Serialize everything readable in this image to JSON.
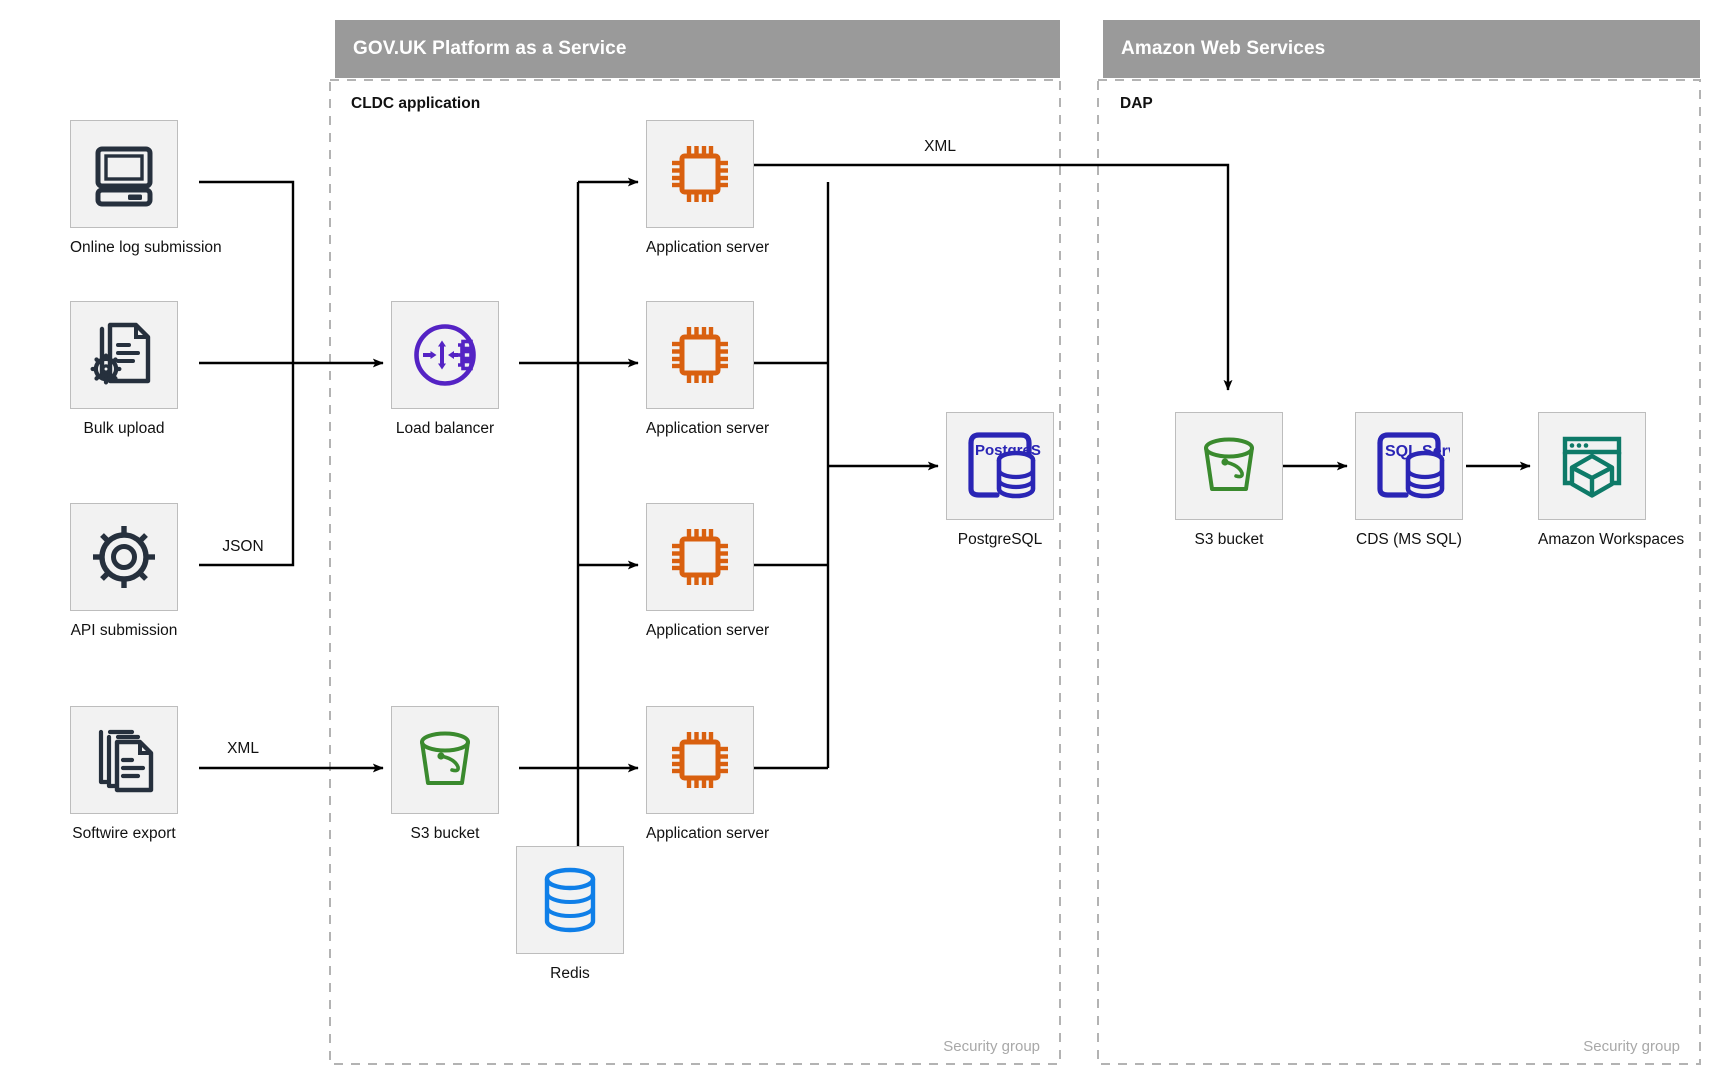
{
  "zones": [
    {
      "id": "paas",
      "title": "GOV.UK Platform as a Service",
      "group_label": "CLDC application",
      "security_label": "Security group"
    },
    {
      "id": "aws",
      "title": "Amazon Web Services",
      "group_label": "DAP",
      "security_label": "Security group"
    }
  ],
  "nodes": {
    "online_log": {
      "label": "Online log submission",
      "icon": "desktop-computer-icon"
    },
    "bulk_upload": {
      "label": "Bulk upload",
      "icon": "document-gear-icon"
    },
    "api_submission": {
      "label": "API submission",
      "icon": "gear-icon"
    },
    "softwire_export": {
      "label": "Softwire export",
      "icon": "documents-stack-icon"
    },
    "load_balancer": {
      "label": "Load balancer",
      "icon": "load-balancer-icon"
    },
    "s3_paas": {
      "label": "S3 bucket",
      "icon": "s3-bucket-icon"
    },
    "app_server_1": {
      "label": "Application server",
      "icon": "cpu-chip-icon"
    },
    "app_server_2": {
      "label": "Application server",
      "icon": "cpu-chip-icon"
    },
    "app_server_3": {
      "label": "Application server",
      "icon": "cpu-chip-icon"
    },
    "app_server_4": {
      "label": "Application server",
      "icon": "cpu-chip-icon"
    },
    "redis": {
      "label": "Redis",
      "icon": "redis-database-icon"
    },
    "postgresql": {
      "label": "PostgreSQL",
      "icon": "postgresql-icon",
      "icon_text": "PostgreSQL"
    },
    "s3_aws": {
      "label": "S3 bucket",
      "icon": "s3-bucket-icon"
    },
    "cds": {
      "label": "CDS (MS SQL)",
      "icon": "sql-server-icon",
      "icon_text": "SQL Server"
    },
    "workspaces": {
      "label": "Amazon Workspaces",
      "icon": "amazon-workspaces-icon"
    }
  },
  "edge_labels": {
    "api_json": "JSON",
    "softwire_xml": "XML",
    "appserver_to_s3_xml": "XML"
  },
  "colors": {
    "zone_header": "#9a9a9a",
    "icon_box_fill": "#f2f2f2",
    "icon_box_border": "#bdbdbd",
    "dark_navy": "#26303d",
    "orange": "#d9600f",
    "purple": "#5423c4",
    "green": "#3a8a2e",
    "blue": "#0f7fe8",
    "indigo": "#2a25b5",
    "teal": "#0e7a68",
    "line": "#000000",
    "security_text": "#a8a8a8"
  }
}
